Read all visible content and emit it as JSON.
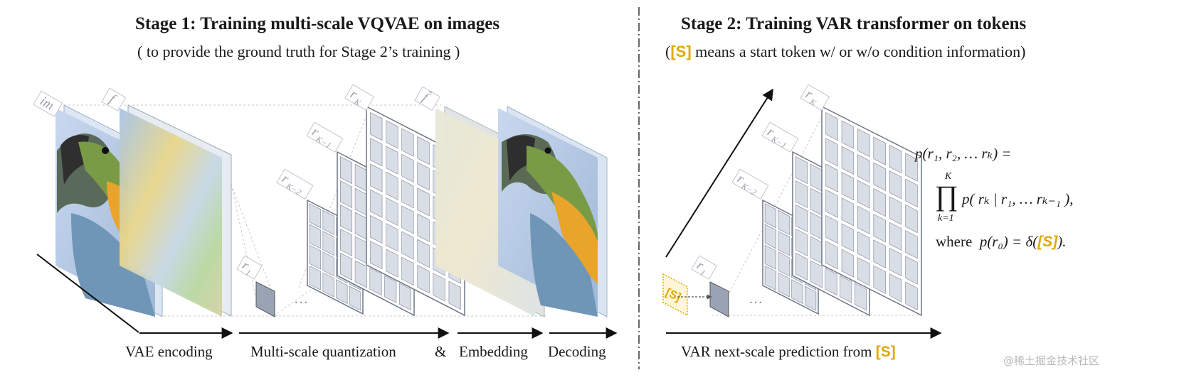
{
  "stage1": {
    "title": "Stage 1:  Training multi-scale VQVAE on images",
    "subtitle": "( to provide the ground truth for Stage 2’s training )",
    "labels": {
      "im": "im",
      "f": "f",
      "rK": "r",
      "rK_sub": "K",
      "rK1": "r",
      "rK1_sub": "K−1",
      "rK2": "r",
      "rK2_sub": "K−2",
      "r1": "r",
      "r1_sub": "1",
      "fhat": "f̂",
      "dots": "…"
    },
    "captions": {
      "vae": "VAE encoding",
      "quant": "Multi-scale quantization",
      "amp": "&",
      "embed": "Embedding",
      "decode": "Decoding"
    }
  },
  "stage2": {
    "title": "Stage 2:  Training VAR transformer on tokens",
    "subtitle_pre": "(",
    "subtitle_token": "[S]",
    "subtitle_post": " means a start token w/ or w/o condition information)",
    "labels": {
      "rK": "r",
      "rK_sub": "K",
      "rK1": "r",
      "rK1_sub": "K−1",
      "rK2": "r",
      "rK2_sub": "K−2",
      "r1": "r",
      "r1_sub": "1",
      "start": "[S]",
      "dots": "…"
    },
    "caption_pre": "VAR next-scale prediction from ",
    "caption_token": "[S]",
    "formula": {
      "line1": "p(r₁, r₂, … rₖ) =",
      "prod_top": "K",
      "prod_sym": "∏",
      "prod_bot": "k=1",
      "line2": "p( rₖ | r₁, … rₖ₋₁ ),",
      "where_word": "where",
      "where_expr": "p(r₀) = δ(",
      "where_token": "[S]",
      "where_end": ")."
    }
  },
  "watermark": "@稀土掘金技术社区",
  "colors": {
    "token": "#e0a800",
    "grid_cell": "#d8dde6",
    "grid_frame": "#7d8595"
  }
}
